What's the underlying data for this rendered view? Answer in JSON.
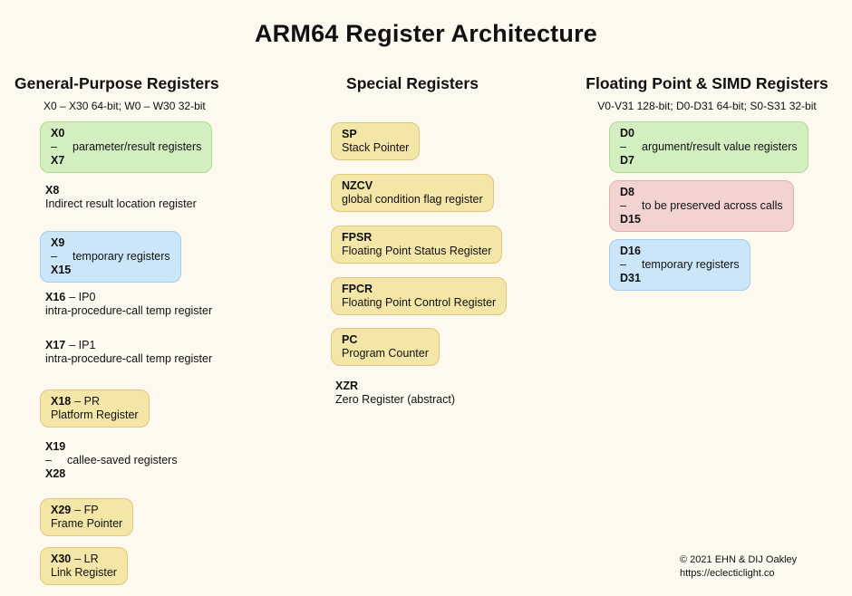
{
  "title": "ARM64 Register Architecture",
  "gp": {
    "header": "General-Purpose Registers",
    "subtitle": "X0 – X30 64-bit; W0 – W30 32-bit",
    "x0": {
      "reg": "X0",
      "dash": "–",
      "desc": "parameter/result registers",
      "reg_end": "X7"
    },
    "x8": {
      "reg": "X8",
      "desc": "Indirect result location register"
    },
    "x9": {
      "reg": "X9",
      "dash": "–",
      "desc": "temporary registers",
      "reg_end": "X15"
    },
    "x16": {
      "reg": "X16",
      "alias": "– IP0",
      "desc": "intra-procedure-call temp register"
    },
    "x17": {
      "reg": "X17",
      "alias": "– IP1",
      "desc": "intra-procedure-call temp register"
    },
    "x18": {
      "reg": "X18",
      "alias": "– PR",
      "desc": "Platform Register"
    },
    "x19": {
      "reg": "X19",
      "dash": "–",
      "desc": "callee-saved registers",
      "reg_end": "X28"
    },
    "x29": {
      "reg": "X29",
      "alias": "– FP",
      "desc": "Frame Pointer"
    },
    "x30": {
      "reg": "X30",
      "alias": "– LR",
      "desc": "Link Register"
    }
  },
  "special": {
    "header": "Special Registers",
    "sp": {
      "reg": "SP",
      "desc": "Stack Pointer"
    },
    "nzcv": {
      "reg": "NZCV",
      "desc": "global condition flag register"
    },
    "fpsr": {
      "reg": "FPSR",
      "desc": "Floating Point Status Register"
    },
    "fpcr": {
      "reg": "FPCR",
      "desc": "Floating Point Control Register"
    },
    "pc": {
      "reg": "PC",
      "desc": "Program Counter"
    },
    "xzr": {
      "reg": "XZR",
      "desc": "Zero Register (abstract)"
    }
  },
  "fp": {
    "header": "Floating Point & SIMD Registers",
    "subtitle": "V0-V31 128-bit; D0-D31 64-bit; S0-S31 32-bit",
    "d0": {
      "reg": "D0",
      "dash": "–",
      "desc": "argument/result value registers",
      "reg_end": "D7"
    },
    "d8": {
      "reg": "D8",
      "dash": "–",
      "desc": "to be preserved across calls",
      "reg_end": "D15"
    },
    "d16": {
      "reg": "D16",
      "dash": "–",
      "desc": "temporary registers",
      "reg_end": "D31"
    }
  },
  "footer": {
    "copyright": "© 2021 EHN & DIJ Oakley",
    "url": "https://eclecticlight.co"
  },
  "colors": {
    "background": "#fdf9ef",
    "green": "#d3efc0",
    "green_border": "#aeda94",
    "blue": "#cbe6f8",
    "blue_border": "#a3cdea",
    "yellow": "#f3e6a6",
    "yellow_border": "#ddc87e",
    "pink": "#f3d3d1",
    "pink_border": "#e0b0ae",
    "text": "#111111"
  }
}
